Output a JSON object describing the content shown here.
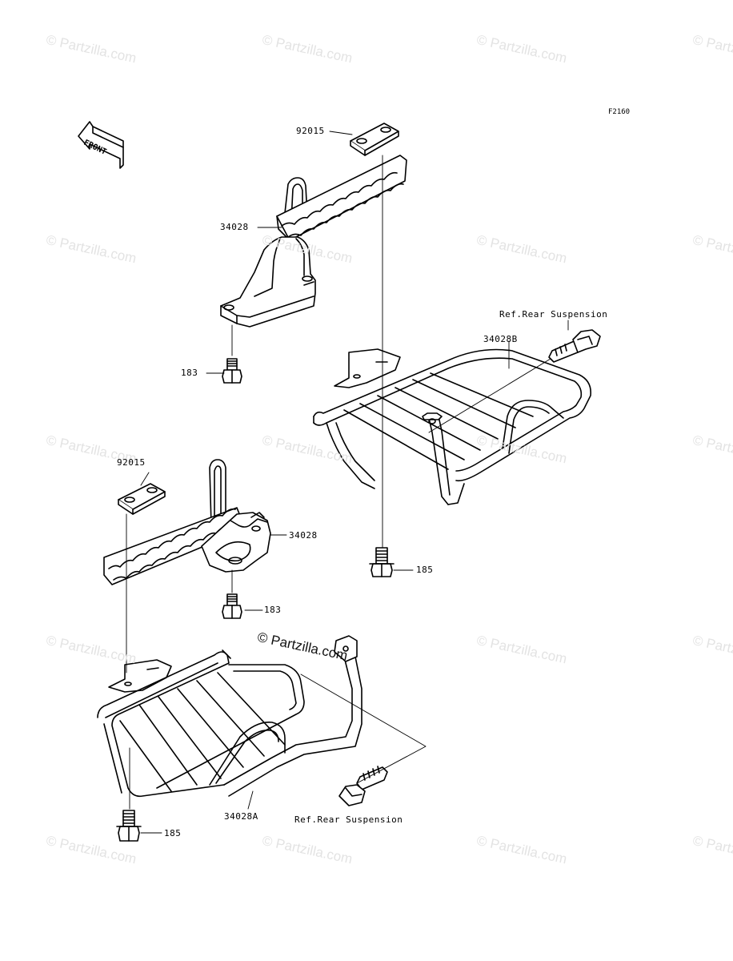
{
  "figure_code": "F2160",
  "front_label": "FRONT",
  "watermark": "© Partzilla.com",
  "center_watermark": "© Partzilla.com",
  "labels": {
    "l_92015_top": "92015",
    "l_34028_top": "34028",
    "l_183_top": "183",
    "l_ref_top": "Ref.Rear Suspension",
    "l_34028b": "34028B",
    "l_92015_left": "92015",
    "l_34028_left": "34028",
    "l_185_right": "185",
    "l_183_left": "183",
    "l_34028a": "34028A",
    "l_ref_bottom": "Ref.Rear Suspension",
    "l_185_left": "185"
  }
}
